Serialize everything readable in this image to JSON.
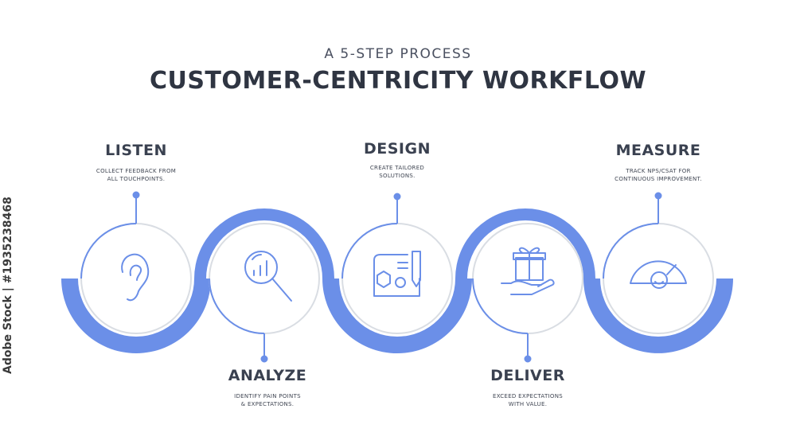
{
  "header": {
    "subtitle": "A 5-STEP PROCESS",
    "title": "CUSTOMER-CENTRICITY WORKFLOW"
  },
  "steps": [
    {
      "title": "LISTEN",
      "desc1": "COLLECT FEEDBACK FROM",
      "desc2": "ALL TOUCHPOINTS.",
      "icon": "ear-icon"
    },
    {
      "title": "ANALYZE",
      "desc1": "IDENTIFY PAIN POINTS",
      "desc2": "& EXPECTATIONS.",
      "icon": "magnifier-chart-icon"
    },
    {
      "title": "DESIGN",
      "desc1": "CREATE TAILORED",
      "desc2": "SOLUTIONS.",
      "icon": "blueprint-design-icon"
    },
    {
      "title": "DELIVER",
      "desc1": "EXCEED EXPECTATIONS",
      "desc2": "WITH VALUE.",
      "icon": "gift-hand-icon"
    },
    {
      "title": "MEASURE",
      "desc1": "TRACK NPS/CSAT FOR",
      "desc2": "CONTINUOUS IMPROVEMENT.",
      "icon": "satisfaction-gauge-icon"
    }
  ],
  "watermark": "Adobe Stock | #1935238468",
  "colors": {
    "accent": "#6b8fe8",
    "ring": "#d9dde3",
    "text": "#3a4150"
  }
}
